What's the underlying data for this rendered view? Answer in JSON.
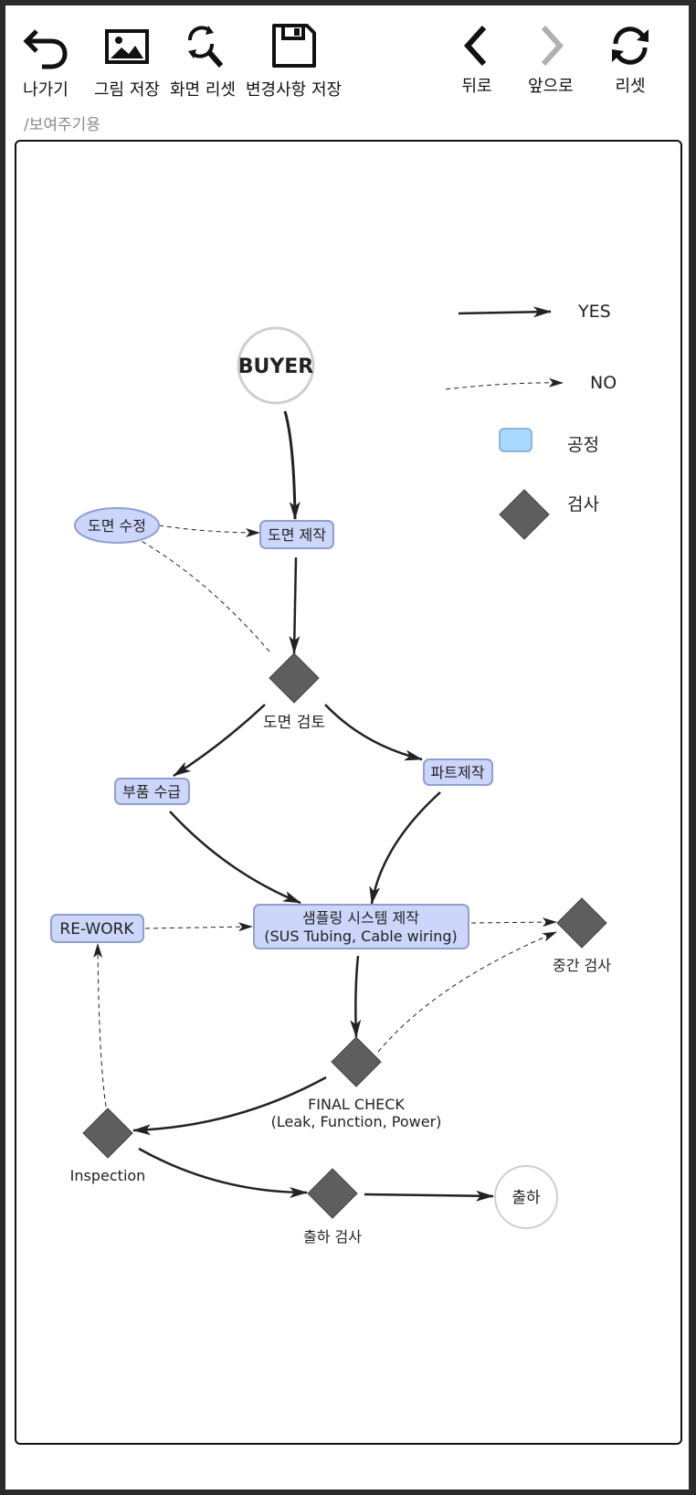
{
  "toolbar": {
    "exit_label": "나가기",
    "save_image_label": "그림 저장",
    "reset_view_label": "화면 리셋",
    "save_changes_label": "변경사항 저장",
    "back_label": "뒤로",
    "forward_label": "앞으로",
    "reset_label": "리셋"
  },
  "path_label": "/보여주기용",
  "legend": {
    "yes": "YES",
    "no": "NO",
    "process": "공정",
    "inspection": "검사"
  },
  "nodes": {
    "buyer": "BUYER",
    "drawing_revision": "도면 수정",
    "drawing_production": "도면 제작",
    "drawing_review": "도면 검토",
    "parts_procurement": "부품 수급",
    "parts_manufacture": "파트제작",
    "sampling_line1": "샘플링 시스템 제작",
    "sampling_line2": "(SUS Tubing, Cable wiring)",
    "rework": "RE-WORK",
    "intermediate_check": "중간 검사",
    "final_check_line1": "FINAL CHECK",
    "final_check_line2": "(Leak, Function, Power)",
    "inspection": "Inspection",
    "shipping_check": "출하 검사",
    "shipping": "출하"
  },
  "colors": {
    "process_fill": "#ccd6fb",
    "process_stroke": "#8f9fcf",
    "legend_process_fill": "#a8d8ff",
    "diamond_fill": "#5e5e5e",
    "edge": "#222222",
    "disabled": "#b0b0b0"
  }
}
